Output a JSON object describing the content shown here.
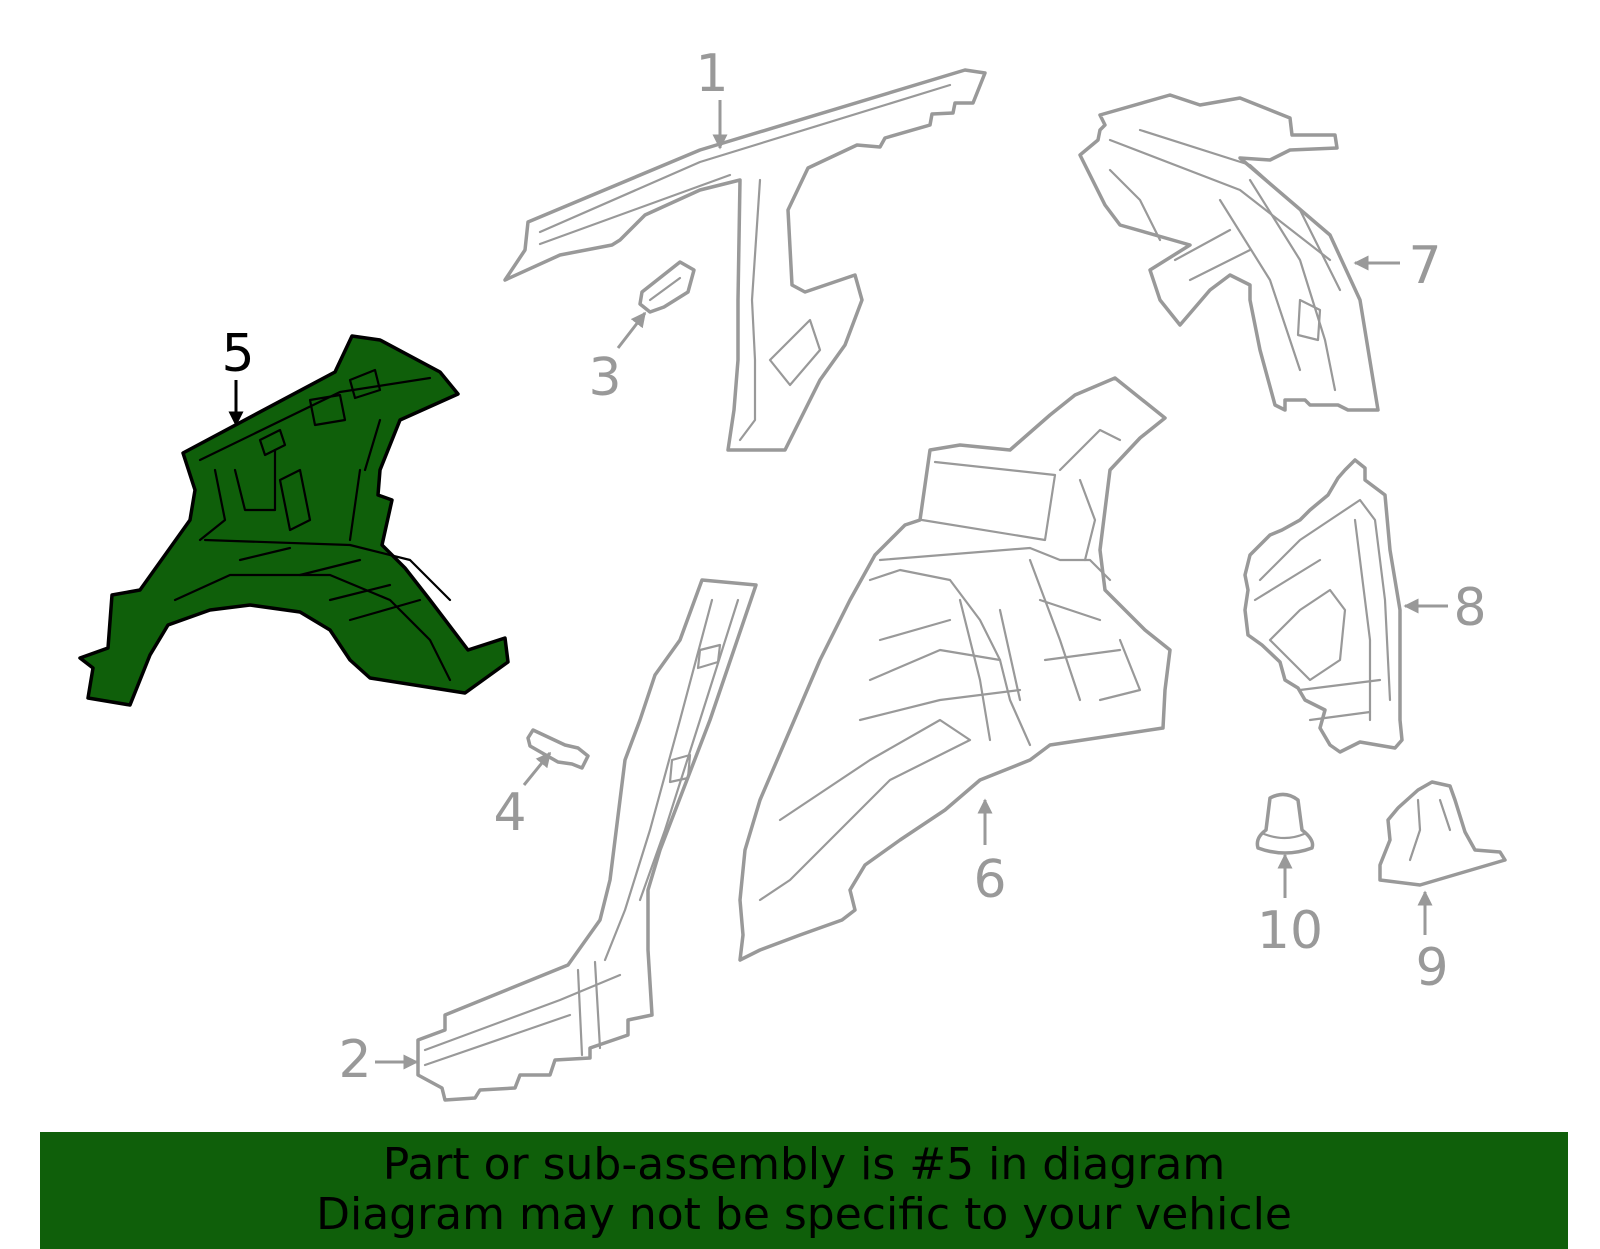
{
  "diagram": {
    "highlighted_part": "5",
    "callouts": [
      "1",
      "2",
      "3",
      "4",
      "5",
      "6",
      "7",
      "8",
      "9",
      "10"
    ]
  },
  "banner": {
    "line1": "Part or sub-assembly is #5 in diagram",
    "line2": "Diagram may not be specific to your vehicle",
    "color": "#0f5f0a"
  },
  "colors": {
    "part_outline": "#999999",
    "highlight_fill": "#0f5f0a",
    "highlight_outline": "#000000"
  }
}
